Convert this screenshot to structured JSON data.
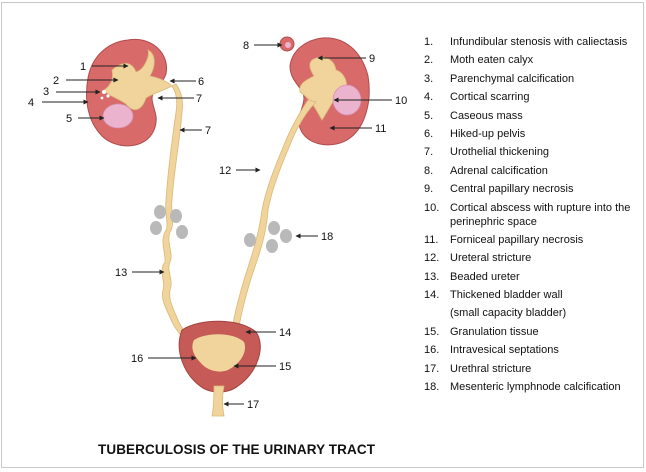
{
  "colors": {
    "kidney": "#d96a6a",
    "kidney_edge": "#b04c4c",
    "collecting": "#f1d49c",
    "abscess": "#ecb3cf",
    "lymphnode": "#b9b9b9",
    "bladder": "#c55a56"
  },
  "diagram_labels": [
    "1",
    "2",
    "3",
    "4",
    "5",
    "6",
    "7",
    "7",
    "8",
    "9",
    "10",
    "11",
    "12",
    "13",
    "14",
    "15",
    "16",
    "17",
    "18"
  ],
  "legend": [
    {
      "num": "1.",
      "text": "Infundibular stenosis with caliectasis"
    },
    {
      "num": "2.",
      "text": "Moth eaten calyx"
    },
    {
      "num": "3.",
      "text": "Parenchymal calcification"
    },
    {
      "num": "4.",
      "text": "Cortical scarring"
    },
    {
      "num": "5.",
      "text": "Caseous mass"
    },
    {
      "num": "6.",
      "text": "Hiked-up pelvis"
    },
    {
      "num": "7.",
      "text": "Urothelial thickening"
    },
    {
      "num": "8.",
      "text": "Adrenal calcification"
    },
    {
      "num": "9.",
      "text": "Central papillary necrosis"
    },
    {
      "num": "10.",
      "text": "Cortical abscess with rupture into the perinephric space"
    },
    {
      "num": "11.",
      "text": "Forniceal papillary necrosis"
    },
    {
      "num": "12.",
      "text": "Ureteral stricture"
    },
    {
      "num": "13.",
      "text": "Beaded ureter"
    },
    {
      "num": "14.",
      "text": "Thickened bladder wall"
    },
    {
      "num": "",
      "text": "(small capacity bladder)"
    },
    {
      "num": "15.",
      "text": "Granulation tissue"
    },
    {
      "num": "16.",
      "text": "Intravesical septations"
    },
    {
      "num": "17.",
      "text": "Urethral stricture"
    },
    {
      "num": "18.",
      "text": "Mesenteric lymphnode calcification"
    }
  ],
  "caption": "TUBERCULOSIS OF THE URINARY TRACT"
}
